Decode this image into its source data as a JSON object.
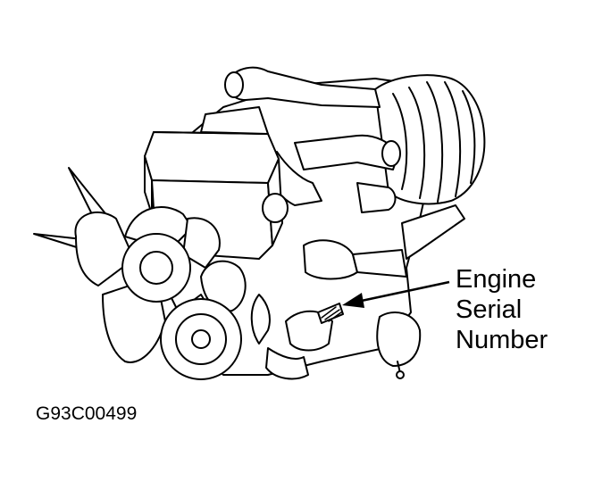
{
  "diagram": {
    "subject": "engine-illustration",
    "callout": {
      "lines": [
        "Engine",
        "Serial",
        "Number"
      ]
    },
    "figure_code": "G93C00499",
    "colors": {
      "ink": "#000000",
      "paper": "#ffffff"
    }
  }
}
